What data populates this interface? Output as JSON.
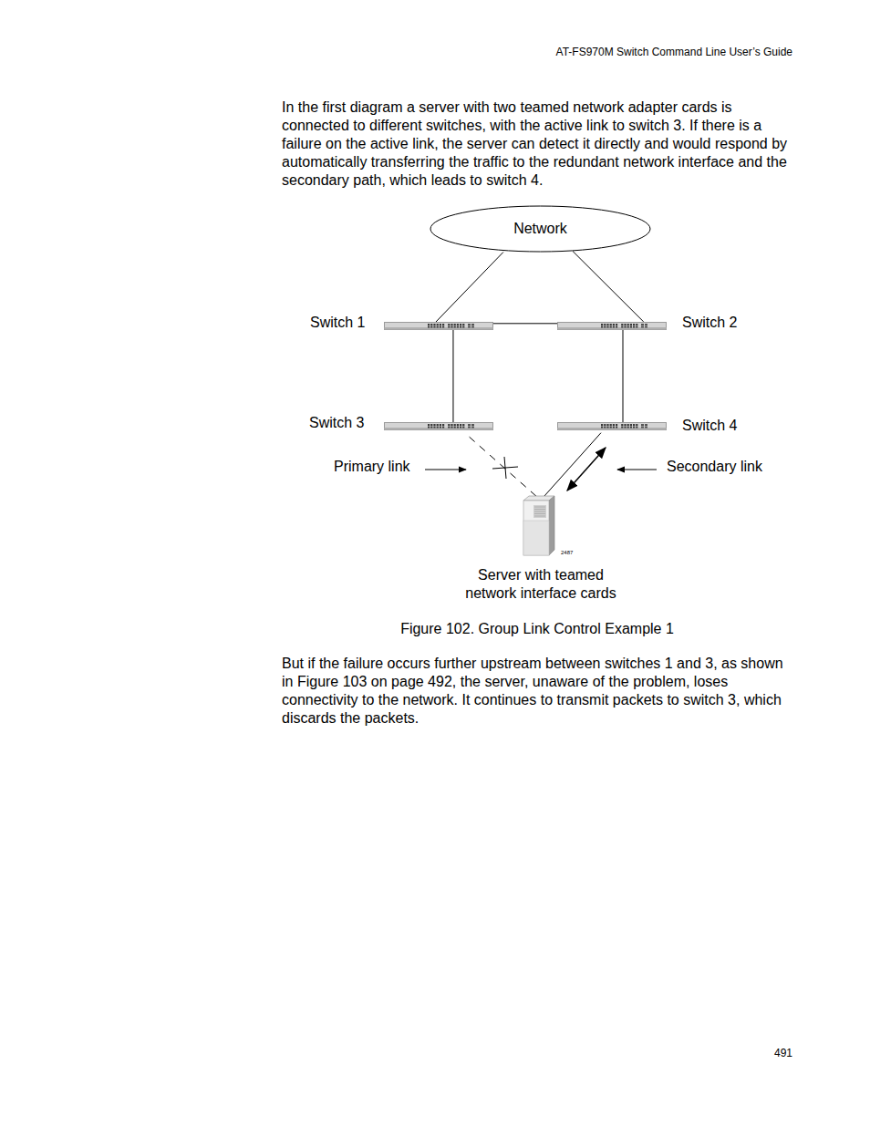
{
  "diagram": {
    "caption": "Figure 102. Group Link Control Example 1",
    "nodes": [
      {
        "text": [
          "Network"
        ]
      },
      {
        "text": [
          "Switch 1"
        ]
      },
      {
        "text": [
          "Switch 2"
        ]
      },
      {
        "text": [
          "Switch 3"
        ]
      },
      {
        "text": [
          "Switch 4"
        ]
      },
      {
        "text": [
          "Server with teamed network interface cards"
        ]
      }
    ],
    "edges": [
      {
        "from": 0,
        "to": 1,
        "arrow": "none"
      },
      {
        "from": 0,
        "to": 2,
        "arrow": "none"
      },
      {
        "from": 1,
        "to": 2,
        "arrow": "none"
      },
      {
        "from": 1,
        "to": 3,
        "arrow": "none"
      },
      {
        "from": 2,
        "to": 4,
        "arrow": "none"
      },
      {
        "from": 3,
        "to": 5,
        "arrow": "none"
      },
      {
        "from": 5,
        "to": 4,
        "arrow": "none"
      }
    ],
    "labels": [
      "AT-FS970M Switch Command Line User’s Guide",
      "In the first diagram a server with two teamed network adapter cards is connected to different switches, with the active link to switch 3. If there is a failure on the active link, the server can detect it directly and would respond by automatically transferring the traffic to the redundant network interface and the secondary path, which leads to switch 4.",
      "Primary link",
      "Secondary link",
      "2487",
      "But if the failure occurs further upstream between switches 1 and 3, as shown in Figure 103 on page 492, the server, unaware of the problem, loses connectivity to the network. It continues to transmit packets to switch 3, which discards the packets.",
      "491"
    ]
  }
}
